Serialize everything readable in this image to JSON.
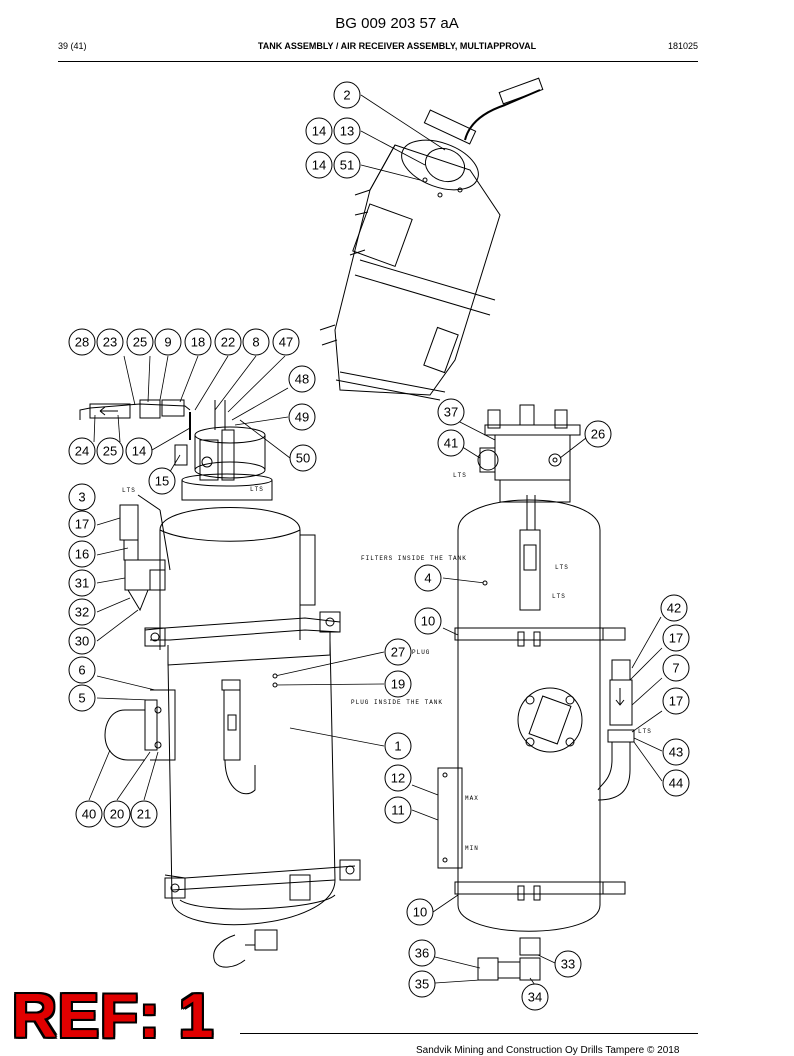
{
  "header": {
    "doc_number": "BG 009 203 57 aA",
    "page": "39 (41)",
    "title": "TANK ASSEMBLY / AIR RECEIVER ASSEMBLY, MULTIAPPROVAL",
    "date": "181025"
  },
  "notes": {
    "filters": "FILTERS INSIDE THE TANK",
    "plug": "PLUG",
    "plug_inside": "PLUG INSIDE THE TANK",
    "lts": "LTS",
    "max": "MAX",
    "min": "MIN"
  },
  "balloons": [
    "2",
    "14",
    "13",
    "14",
    "51",
    "28",
    "23",
    "25",
    "9",
    "18",
    "22",
    "8",
    "47",
    "48",
    "49",
    "50",
    "24",
    "25",
    "14",
    "15",
    "37",
    "41",
    "26",
    "3",
    "17",
    "16",
    "31",
    "32",
    "30",
    "4",
    "42",
    "10",
    "17",
    "27",
    "7",
    "6",
    "19",
    "5",
    "17",
    "43",
    "1",
    "44",
    "12",
    "11",
    "40",
    "20",
    "21",
    "10",
    "36",
    "33",
    "35",
    "34"
  ],
  "ref_stamp": "REF: 1",
  "footer": "Sandvik Mining and Construction Oy Drills Tampere © 2018"
}
